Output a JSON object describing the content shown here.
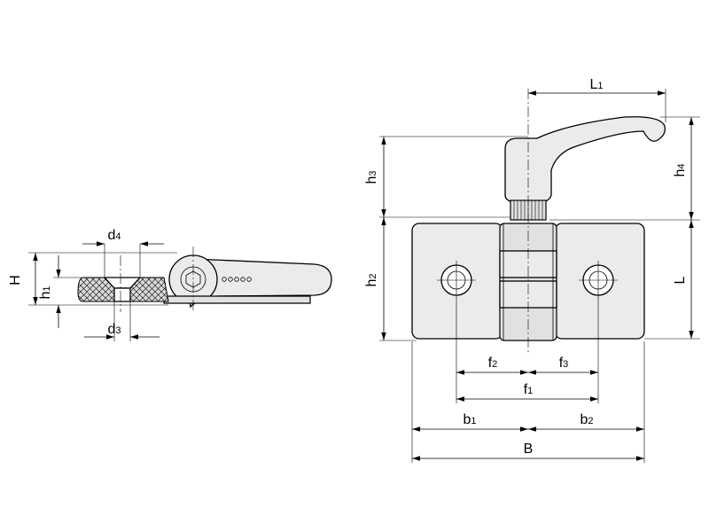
{
  "drawing": {
    "labels": {
      "d4": {
        "main": "d",
        "sub": "4"
      },
      "d3": {
        "main": "d",
        "sub": "3"
      },
      "H": {
        "main": "H",
        "sub": ""
      },
      "h1": {
        "main": "h",
        "sub": "1"
      },
      "h2": {
        "main": "h",
        "sub": "2"
      },
      "h3": {
        "main": "h",
        "sub": "3"
      },
      "h4": {
        "main": "h",
        "sub": "4"
      },
      "L": {
        "main": "L",
        "sub": ""
      },
      "L1": {
        "main": "L",
        "sub": "1"
      },
      "f1": {
        "main": "f",
        "sub": "1"
      },
      "f2": {
        "main": "f",
        "sub": "2"
      },
      "f3": {
        "main": "f",
        "sub": "3"
      },
      "b1": {
        "main": "b",
        "sub": "1"
      },
      "b2": {
        "main": "b",
        "sub": "2"
      },
      "B": {
        "main": "B",
        "sub": ""
      }
    },
    "colors": {
      "part_fill": "#ebebeb",
      "line": "#000000",
      "background": "#ffffff"
    }
  }
}
